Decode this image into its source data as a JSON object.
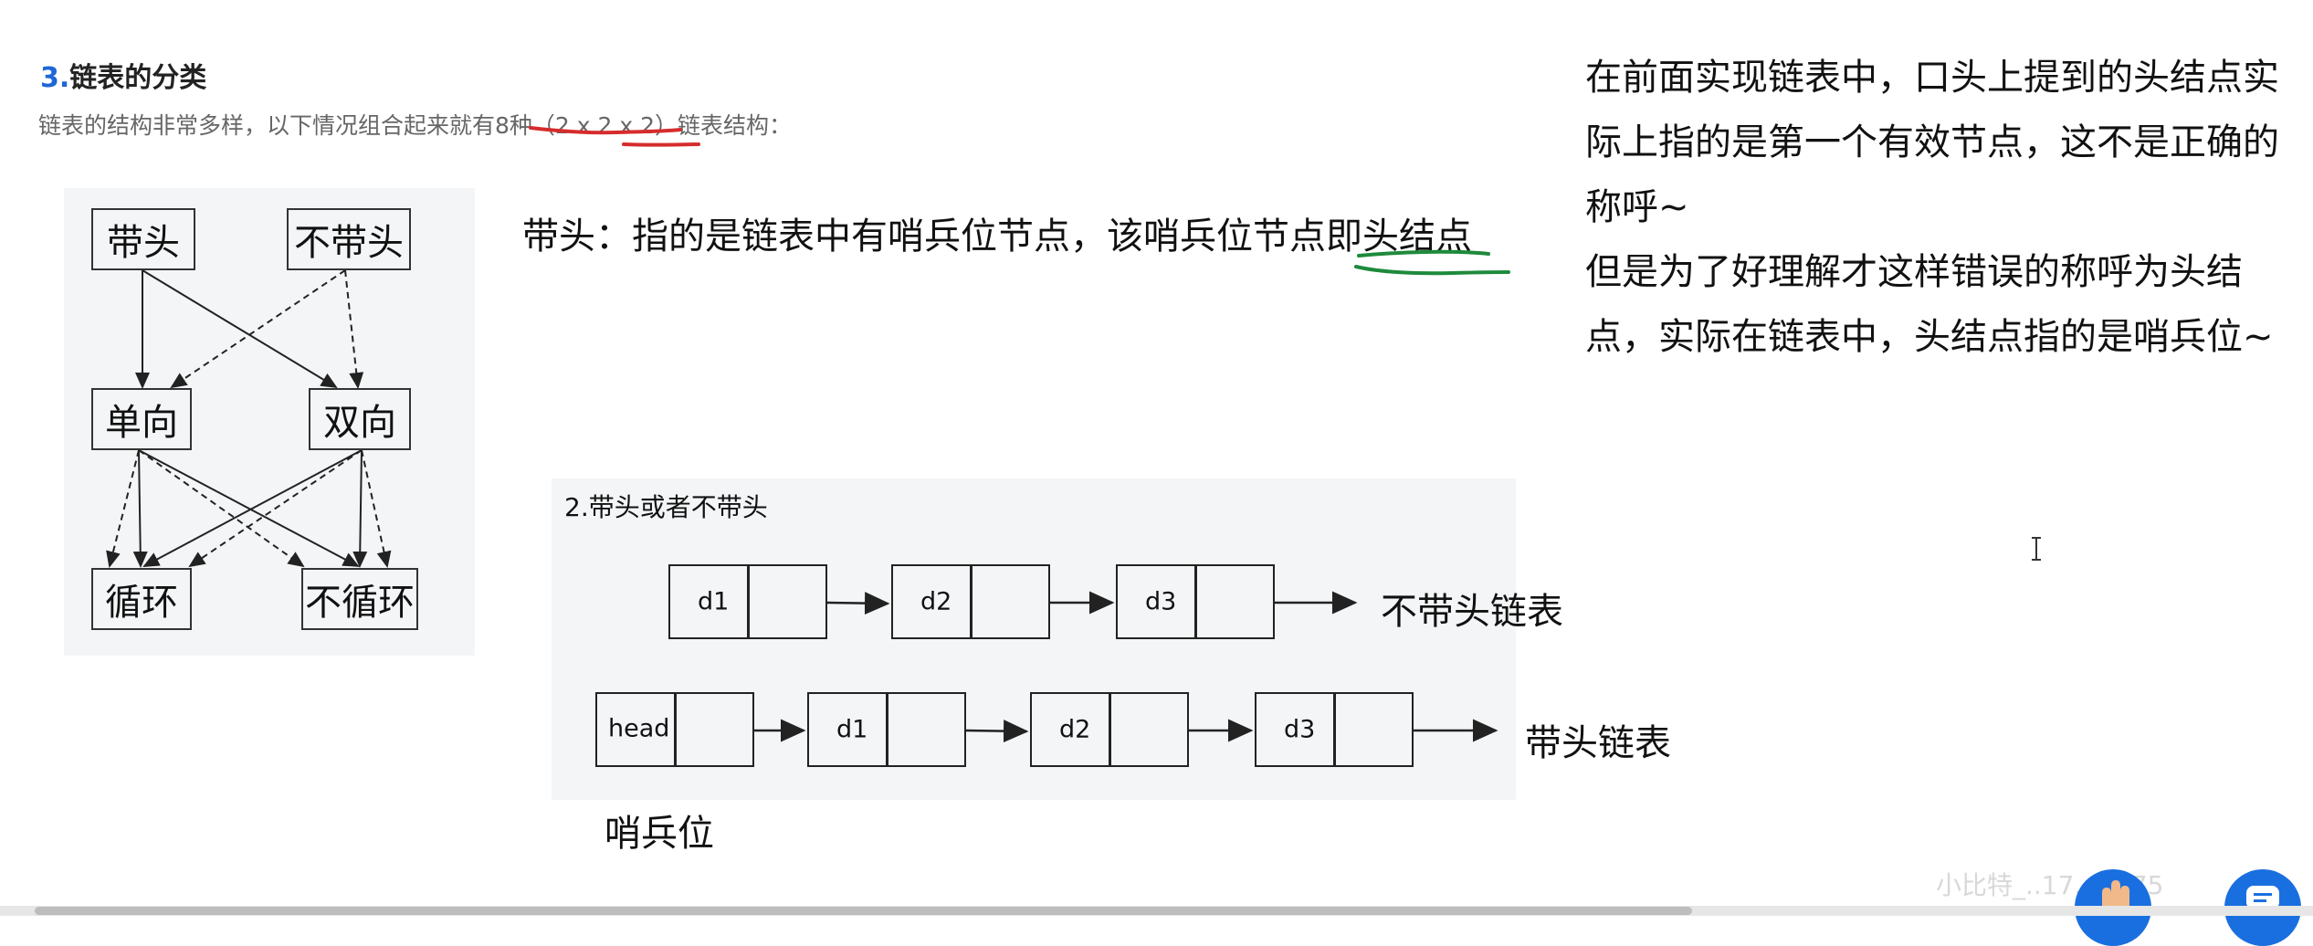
{
  "section": {
    "number": "3.",
    "title": "链表的分类",
    "description_prefix": "链表的结构非常多样，以下情况组合起来就有",
    "description_highlight": "8种（2 x 2 x 2）",
    "description_suffix": "链表结构："
  },
  "classification": {
    "nodes": [
      "带头",
      "不带头",
      "单向",
      "双向",
      "循环",
      "不循环"
    ]
  },
  "annotation": {
    "text_prefix": "带头：指的是链表中有哨兵位节点，该哨兵位节点即",
    "text_underlined": "头结点"
  },
  "right_note": {
    "line1": "在前面实现链表中，口头上提到的头结点实际上指的是第一个有效节点，这不是正确的称呼~",
    "line2": "但是为了好理解才这样错误的称呼为头结点，实际在链表中，头结点指的是哨兵位~"
  },
  "example": {
    "title": "2.带头或者不带头",
    "list_without_head": {
      "nodes": [
        "d1",
        "d2",
        "d3"
      ],
      "label": "不带头链表"
    },
    "list_with_head": {
      "nodes": [
        "head",
        "d1",
        "d2",
        "d3"
      ],
      "label": "带头链表"
    },
    "sentinel_label": "哨兵位"
  },
  "watermark": "小比特_..17...9575",
  "colors": {
    "accent_blue": "#1f66d6",
    "red_underline": "#d62c2c",
    "green_underline": "#1e8a3c",
    "panel_bg": "#f3f5f7",
    "fab_blue": "#1a6fe0"
  },
  "icons": [
    "cursor-ibeam-icon",
    "hand-icon",
    "chat-icon"
  ]
}
